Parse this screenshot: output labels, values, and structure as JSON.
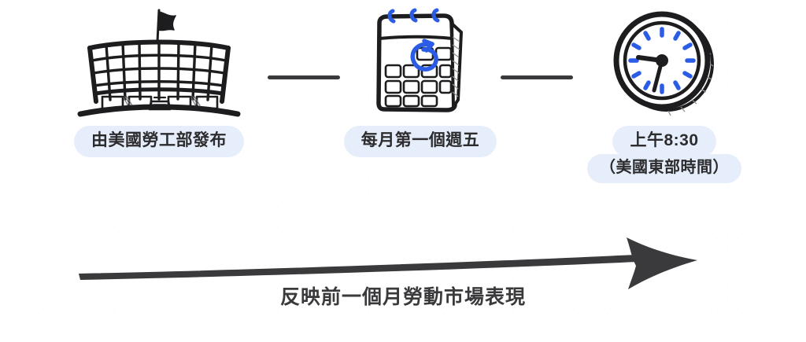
{
  "theme": {
    "background": "#ffffff",
    "ink": "#2c2c2e",
    "pill_background": "#e7eefb",
    "accent_blue": "#2b5ce6",
    "arrow_color": "#3a3a3c"
  },
  "steps": [
    {
      "icon": "government-building-icon",
      "label": "由美國勞工部發布"
    },
    {
      "icon": "calendar-icon",
      "label": "每月第一個週五"
    },
    {
      "icon": "clock-icon",
      "label": "上午8:30",
      "sublabel": "（美國東部時間）"
    }
  ],
  "connectors": [
    {
      "name": "dash-1"
    },
    {
      "name": "dash-2"
    }
  ],
  "flow": {
    "caption": "反映前一個月勞動市場表現"
  }
}
